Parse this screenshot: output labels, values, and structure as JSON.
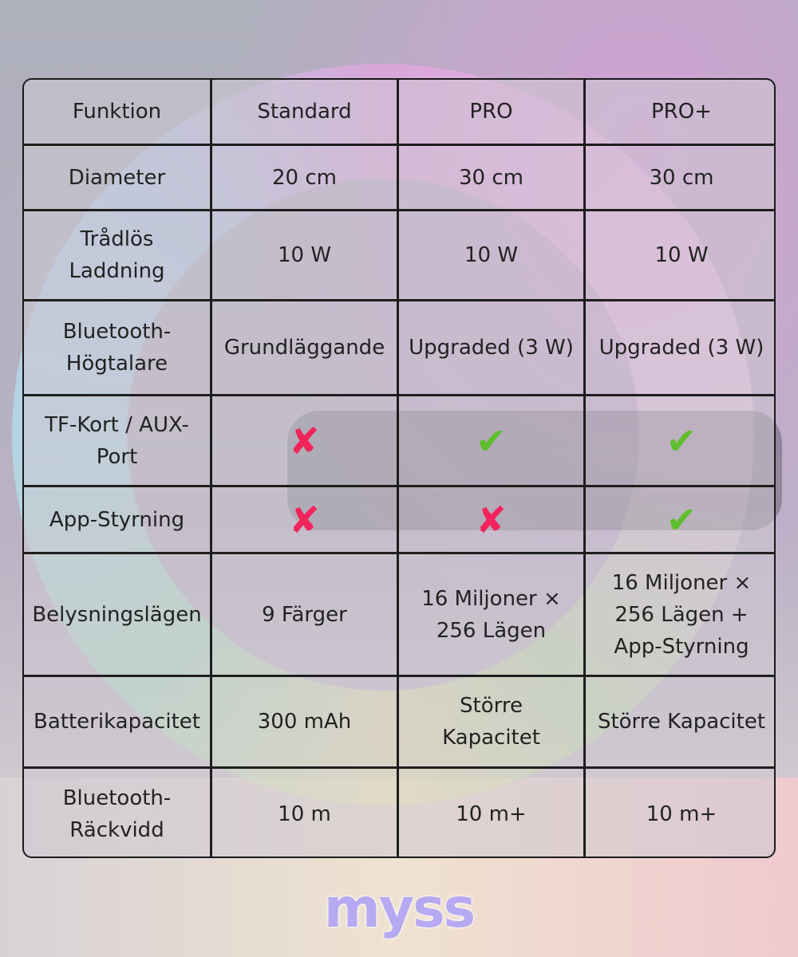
{
  "table": {
    "headers": [
      "Funktion",
      "Standard",
      "PRO",
      "PRO+"
    ],
    "rows": [
      {
        "feature": "Diameter",
        "cells": [
          {
            "type": "text",
            "value": "20 cm"
          },
          {
            "type": "text",
            "value": "30 cm"
          },
          {
            "type": "text",
            "value": "30 cm"
          }
        ]
      },
      {
        "feature": "Trådlös Laddning",
        "cells": [
          {
            "type": "text",
            "value": "10 W"
          },
          {
            "type": "text",
            "value": "10 W"
          },
          {
            "type": "text",
            "value": "10 W"
          }
        ]
      },
      {
        "feature": "Bluetooth-Högtalare",
        "cells": [
          {
            "type": "text",
            "value": "Grundläggande"
          },
          {
            "type": "text",
            "value": "Upgraded (3 W)"
          },
          {
            "type": "text",
            "value": "Upgraded (3 W)"
          }
        ]
      },
      {
        "feature": "TF-Kort / AUX-Port",
        "cells": [
          {
            "type": "icon",
            "icon": "cross-icon"
          },
          {
            "type": "icon",
            "icon": "check-icon"
          },
          {
            "type": "icon",
            "icon": "check-icon"
          }
        ]
      },
      {
        "feature": "App-Styrning",
        "cells": [
          {
            "type": "icon",
            "icon": "cross-icon"
          },
          {
            "type": "icon",
            "icon": "cross-icon"
          },
          {
            "type": "icon",
            "icon": "check-icon"
          }
        ]
      },
      {
        "feature": "Belysningslägen",
        "cells": [
          {
            "type": "text",
            "value": "9 Färger"
          },
          {
            "type": "text",
            "value": "16 Miljoner × 256 Lägen"
          },
          {
            "type": "text",
            "value": "16 Miljoner × 256 Lägen + App-Styrning"
          }
        ]
      },
      {
        "feature": "Batterikapacitet",
        "cells": [
          {
            "type": "text",
            "value": "300 mAh"
          },
          {
            "type": "text",
            "value": "Större Kapacitet"
          },
          {
            "type": "text",
            "value": "Större Kapacitet"
          }
        ]
      },
      {
        "feature": "Bluetooth-Räckvidd",
        "cells": [
          {
            "type": "text",
            "value": "10 m"
          },
          {
            "type": "text",
            "value": "10 m+"
          },
          {
            "type": "text",
            "value": "10 m+"
          }
        ]
      }
    ]
  },
  "brand": {
    "logo_text": "myss"
  },
  "colors": {
    "cross": "#f2245b",
    "check": "#5fbe2c",
    "logo": "#b6a9f2",
    "grid_line": "#1e1e1e"
  }
}
